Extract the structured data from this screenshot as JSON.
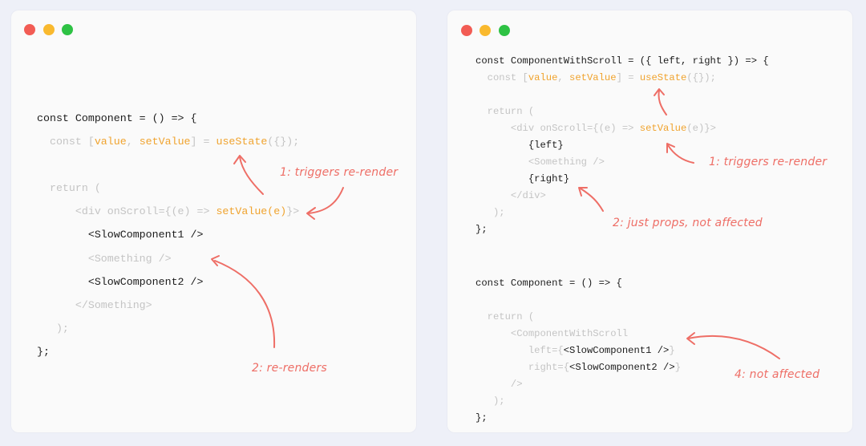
{
  "colors": {
    "background": "#eef0f8",
    "card": "#fafafa",
    "code_primary": "#1c1c1c",
    "code_muted": "#c4c4c4",
    "code_highlight": "#f0a32e",
    "annotation": "#ee6e66",
    "dot_red": "#f25c54",
    "dot_yellow": "#f9b92e",
    "dot_green": "#2ec244"
  },
  "window_controls": [
    "close-dot",
    "minimize-dot",
    "maximize-dot"
  ],
  "left_panel": {
    "code": [
      {
        "segments": [
          {
            "t": "const Component = () => {",
            "c": "k"
          }
        ]
      },
      {
        "segments": [
          {
            "t": "  const [",
            "c": "g"
          },
          {
            "t": "value",
            "c": "o"
          },
          {
            "t": ", ",
            "c": "g"
          },
          {
            "t": "setValue",
            "c": "o"
          },
          {
            "t": "] = ",
            "c": "g"
          },
          {
            "t": "useState",
            "c": "o"
          },
          {
            "t": "({});",
            "c": "g"
          }
        ]
      },
      {
        "segments": []
      },
      {
        "segments": [
          {
            "t": "  return (",
            "c": "g"
          }
        ]
      },
      {
        "segments": [
          {
            "t": "      <div onScroll={(e) => ",
            "c": "g"
          },
          {
            "t": "setValue(e)",
            "c": "o"
          },
          {
            "t": "}>",
            "c": "g"
          }
        ]
      },
      {
        "segments": [
          {
            "t": "        <SlowComponent1 />",
            "c": "k"
          }
        ]
      },
      {
        "segments": [
          {
            "t": "        <Something />",
            "c": "g"
          }
        ]
      },
      {
        "segments": [
          {
            "t": "        <SlowComponent2 />",
            "c": "k"
          }
        ]
      },
      {
        "segments": [
          {
            "t": "      </Something>",
            "c": "g"
          }
        ]
      },
      {
        "segments": [
          {
            "t": "   );",
            "c": "g"
          }
        ]
      },
      {
        "segments": [
          {
            "t": "};",
            "c": "k"
          }
        ]
      }
    ],
    "annotations": [
      {
        "id": "triggers",
        "text": "1: triggers re-render"
      },
      {
        "id": "rerenders",
        "text": "2: re-renders"
      }
    ]
  },
  "right_panel": {
    "code": [
      {
        "segments": [
          {
            "t": "const ComponentWithScroll = ({ left, right }) => {",
            "c": "k"
          }
        ]
      },
      {
        "segments": [
          {
            "t": "  const [",
            "c": "g"
          },
          {
            "t": "value",
            "c": "o"
          },
          {
            "t": ", ",
            "c": "g"
          },
          {
            "t": "setValue",
            "c": "o"
          },
          {
            "t": "] = ",
            "c": "g"
          },
          {
            "t": "useState",
            "c": "o"
          },
          {
            "t": "({});",
            "c": "g"
          }
        ]
      },
      {
        "segments": []
      },
      {
        "segments": [
          {
            "t": "  return (",
            "c": "g"
          }
        ]
      },
      {
        "segments": [
          {
            "t": "      <div onScroll={(e) => ",
            "c": "g"
          },
          {
            "t": "setValue",
            "c": "o"
          },
          {
            "t": "(e)}>",
            "c": "g"
          }
        ]
      },
      {
        "segments": [
          {
            "t": "         {left}",
            "c": "k"
          }
        ]
      },
      {
        "segments": [
          {
            "t": "         <Something />",
            "c": "g"
          }
        ]
      },
      {
        "segments": [
          {
            "t": "         {right}",
            "c": "k"
          }
        ]
      },
      {
        "segments": [
          {
            "t": "      </div>",
            "c": "g"
          }
        ]
      },
      {
        "segments": [
          {
            "t": "   );",
            "c": "g"
          }
        ]
      },
      {
        "segments": [
          {
            "t": "};",
            "c": "k"
          }
        ]
      },
      {
        "segments": []
      },
      {
        "segments": [],
        "extra": true
      },
      {
        "segments": [
          {
            "t": "const Component = () => {",
            "c": "k"
          }
        ]
      },
      {
        "segments": []
      },
      {
        "segments": [
          {
            "t": "  return (",
            "c": "g"
          }
        ]
      },
      {
        "segments": [
          {
            "t": "      <ComponentWithScroll",
            "c": "g"
          }
        ]
      },
      {
        "segments": [
          {
            "t": "         left={",
            "c": "g"
          },
          {
            "t": "<SlowComponent1 />",
            "c": "k"
          },
          {
            "t": "}",
            "c": "g"
          }
        ]
      },
      {
        "segments": [
          {
            "t": "         right={",
            "c": "g"
          },
          {
            "t": "<SlowComponent2 />",
            "c": "k"
          },
          {
            "t": "}",
            "c": "g"
          }
        ]
      },
      {
        "segments": [
          {
            "t": "      />",
            "c": "g"
          }
        ]
      },
      {
        "segments": [
          {
            "t": "   );",
            "c": "g"
          }
        ]
      },
      {
        "segments": [
          {
            "t": "};",
            "c": "k"
          }
        ]
      }
    ],
    "annotations": [
      {
        "id": "triggers",
        "text": "1: triggers re-render"
      },
      {
        "id": "just-props",
        "text": "2: just props, not affected"
      },
      {
        "id": "not-affected",
        "text": "4: not affected"
      }
    ]
  }
}
